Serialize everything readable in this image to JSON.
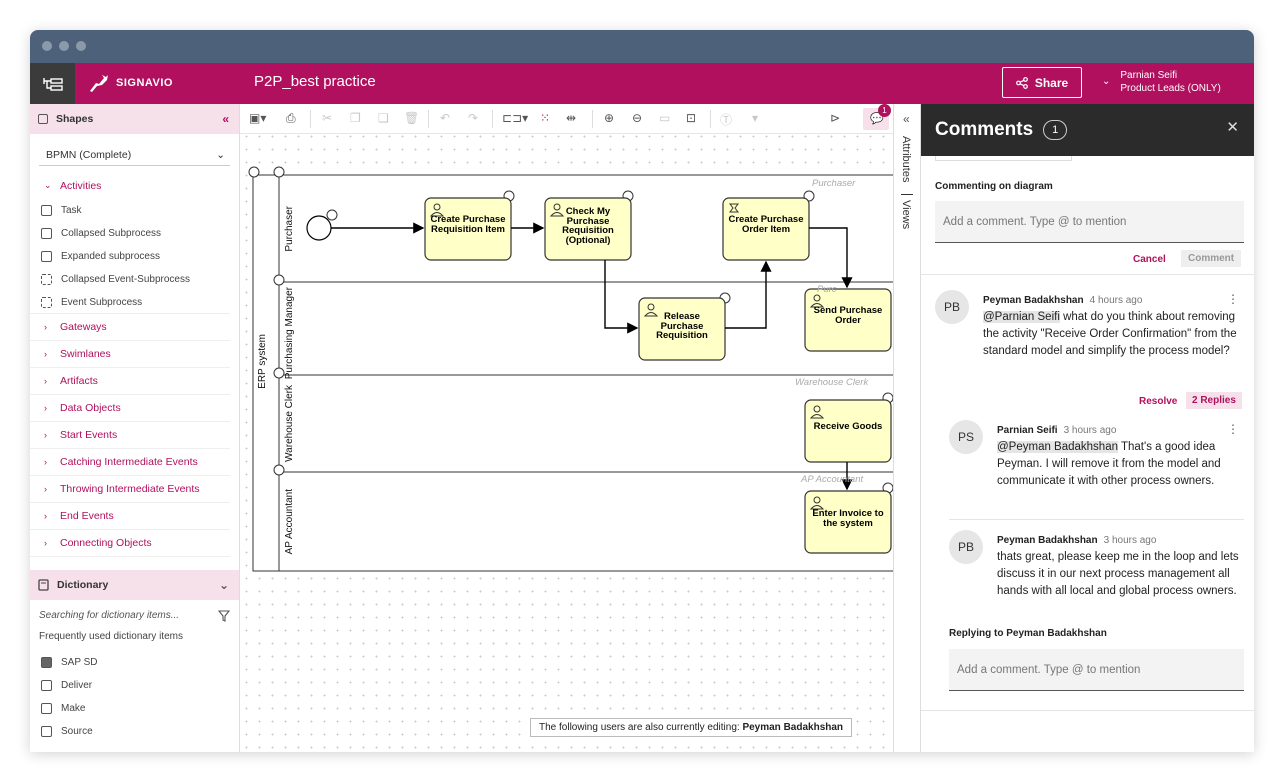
{
  "app": {
    "brand": "SIGNAVIO",
    "doc_title": "P2P_best practice",
    "share_label": "Share",
    "user_name": "Parnian Seifi",
    "user_role": "Product Leads (ONLY)",
    "accent": "#b0105e"
  },
  "shapes": {
    "title": "Shapes",
    "palette": "BPMN (Complete)",
    "activities_label": "Activities",
    "activities": [
      "Task",
      "Collapsed Subprocess",
      "Expanded subprocess",
      "Collapsed Event-Subprocess",
      "Event Subprocess"
    ],
    "categories": [
      "Gateways",
      "Swimlanes",
      "Artifacts",
      "Data Objects",
      "Start Events",
      "Catching Intermediate Events",
      "Throwing Intermediate Events",
      "End Events",
      "Connecting Objects"
    ]
  },
  "dictionary": {
    "title": "Dictionary",
    "search_placeholder": "Searching for dictionary items...",
    "frequent_label": "Frequently used dictionary items",
    "items": [
      "SAP SD",
      "Deliver",
      "Make",
      "Source"
    ]
  },
  "toolbar": {
    "notification_count": "1"
  },
  "diagram": {
    "pool": "ERP system",
    "lanes": [
      "Purchaser",
      "Purchasing Manager",
      "Warehouse Clerk",
      "AP Accountant"
    ],
    "lane_watermarks": [
      "Purchaser",
      "Purc",
      "Warehouse Clerk",
      "AP Accountant"
    ],
    "tasks": {
      "create_req": "Create Purchase Requisition Item",
      "check_req": "Check My Purchase Requisition (Optional)",
      "release_req": "Release Purchase Requisition",
      "create_po": "Create Purchase Order Item",
      "send_po": "Send Purchase Order",
      "receive_goods": "Receive Goods",
      "enter_invoice": "Enter Invoice to the system"
    },
    "editing_notice_prefix": "The following users are also currently editing: ",
    "editing_user": "Peyman Badakhshan"
  },
  "side_tabs": {
    "attributes": "Attributes",
    "views": "Views"
  },
  "comments": {
    "title": "Comments",
    "count": "1",
    "context_label": "Commenting on diagram",
    "input_placeholder": "Add a comment. Type @ to mention",
    "cancel_label": "Cancel",
    "comment_label": "Comment",
    "thread": [
      {
        "initials": "PB",
        "author": "Peyman Badakhshan",
        "time": "4 hours ago",
        "mention": "@Parnian Seifi",
        "text": " what do you think about removing the activity \"Receive Order Confirmation\" from the standard model and simplify the process model?"
      },
      {
        "initials": "PS",
        "author": "Parnian Seifi",
        "time": "3 hours ago",
        "mention": "@Peyman Badakhshan",
        "text": " That's a good idea Peyman. I will remove it from the model and communicate it with other process owners."
      },
      {
        "initials": "PB",
        "author": "Peyman Badakhshan",
        "time": "3 hours ago",
        "mention": "",
        "text": "thats great, please keep me in the loop and lets discuss it in our next process management all hands with all local and global process owners."
      }
    ],
    "resolve_label": "Resolve",
    "replies_label": "2 Replies",
    "replying_to": "Replying to Peyman Badakhshan",
    "reply_placeholder": "Add a comment. Type @ to mention"
  }
}
